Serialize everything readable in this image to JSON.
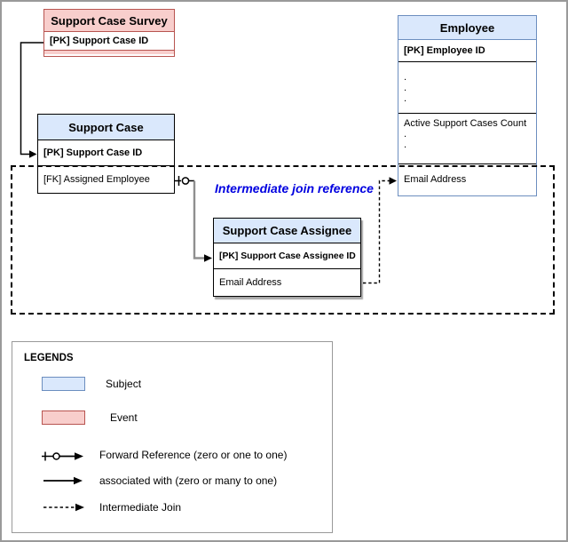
{
  "diagram": {
    "join_region_label": "Intermediate join reference",
    "tables": {
      "survey": {
        "title": "Support Case Survey",
        "rows": [
          "[PK] Support Case ID"
        ]
      },
      "support_case": {
        "title": "Support Case",
        "rows": [
          "[PK] Support Case ID",
          "[FK] Assigned Employee"
        ]
      },
      "employee": {
        "title": "Employee",
        "pk_row": "[PK] Employee ID",
        "dots_top": [
          ".",
          ".",
          "."
        ],
        "count_row": "Active Support Cases Count",
        "dots_mid": [
          ".",
          "."
        ],
        "email_row": "Email Address"
      },
      "assignee": {
        "title": "Support Case Assignee",
        "rows": [
          "[PK] Support Case Assignee ID",
          "Email Address"
        ]
      }
    }
  },
  "legend": {
    "title": "LEGENDS",
    "subject_label": "Subject",
    "event_label": "Event",
    "forward_reference_label": "Forward Reference (zero or one to one)",
    "associated_with_label": "associated with (zero or many to one)",
    "intermediate_join_label": "Intermediate Join"
  },
  "colors": {
    "subject_fill": "#dae8fc",
    "subject_border": "#6c8ebf",
    "event_fill": "#f8cecc",
    "event_border": "#b85450",
    "join_label_text": "#0000e0",
    "connector_line": "#000000",
    "connector_gray_segment": "#8f8f8f",
    "frame_border": "#9a9a9a",
    "shadow": "#a6a6a6"
  }
}
